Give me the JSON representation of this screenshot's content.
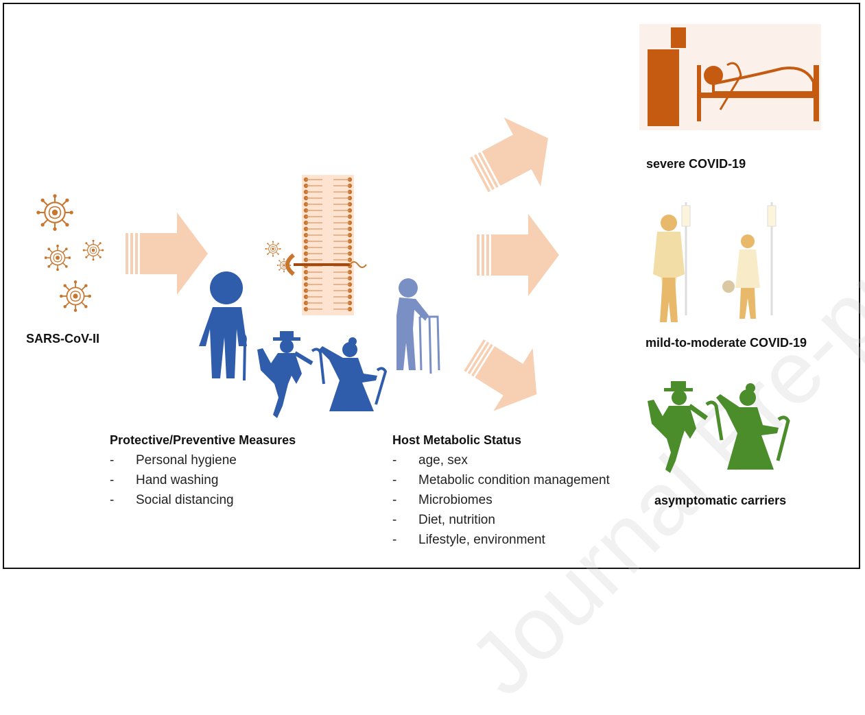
{
  "labels": {
    "virus": "SARS-CoV-II",
    "severe": "severe COVID-19",
    "mild": "mild-to-moderate COVID-19",
    "asymptomatic": "asymptomatic carriers"
  },
  "protective": {
    "title": "Protective/Preventive Measures",
    "items": [
      "Personal hygiene",
      "Hand washing",
      "Social distancing"
    ]
  },
  "host": {
    "title": "Host Metabolic Status",
    "items": [
      "age, sex",
      "Metabolic condition management",
      "Microbiomes",
      "Diet, nutrition",
      "Lifestyle, environment"
    ]
  },
  "watermark": "Journal Pre-proof",
  "colors": {
    "virus": "#c8762e",
    "arrow": "#f7cfb2",
    "person_blue": "#2f5cab",
    "elder_blue": "#7a8fc4",
    "hospital": "#c55a11",
    "patient": "#f0d9a0",
    "green": "#4b8c2b"
  }
}
